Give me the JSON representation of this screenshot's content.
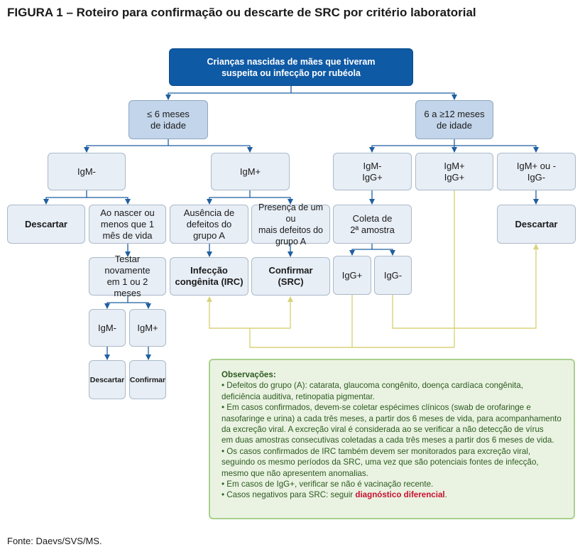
{
  "figure": {
    "label": "FIGURA 1",
    "title": " – Roteiro para confirmação ou descarte de SRC por critério laboratorial"
  },
  "nodes": {
    "root": "Crianças nascidas de mães que tiveram\nsuspeita ou infecção por rubéola",
    "age_le6": "≤ 6 meses\nde idade",
    "age_6to12": "6 a ≥12 meses\nde idade",
    "igm_neg_left": "IgM-",
    "igm_pos_left": "IgM+",
    "igm_neg_igg_pos": "IgM-\nIgG+",
    "igm_pos_igg_pos": "IgM+\nIgG+",
    "igm_pos_or_igg_neg": "IgM+ ou -\nIgG-",
    "descartar_1": "Descartar",
    "ao_nascer": "Ao nascer ou\nmenos que 1\nmês de vida",
    "ausencia": "Ausência de\ndefeitos do\ngrupo A",
    "presenca": "Presença de um ou\nmais defeitos do\ngrupo A",
    "coleta": "Coleta de\n2ª amostra",
    "descartar_2": "Descartar",
    "testar": "Testar novamente\nem 1 ou 2 meses",
    "infeccao": "Infecção\ncongênita (IRC)",
    "confirmar_src": "Confirmar (SRC)",
    "igg_pos": "IgG+",
    "igg_neg": "IgG-",
    "igm_neg_small": "IgM-",
    "igm_pos_small": "IgM+",
    "descartar_small": "Descartar",
    "confirmar_small": "Confirmar"
  },
  "observations": {
    "title": "Observações:",
    "items": [
      "• Defeitos do grupo (A): catarata, glaucoma congênito, doença cardíaca congênita,\ndeficiência auditiva, retinopatia pigmentar.",
      "• Em casos confirmados, devem-se coletar espécimes clínicos (swab de orofaringe e\nnasofaringe e urina) a cada três meses, a partir dos 6 meses de vida, para acompanhamento\nda excreção viral. A excreção viral é considerada ao se verificar a não detecção de vírus\nem duas amostras consecutivas coletadas a cada três meses a partir dos 6 meses de vida.",
      "• Os casos confirmados de IRC também devem ser monitorados para excreção viral,\nseguindo os mesmo períodos da SRC, uma vez que são potenciais fontes de infecção,\nmesmo que não apresentem anomalias.",
      "• Em casos de IgG+, verificar se não é vacinação recente."
    ],
    "last_prefix": "• Casos negativos para SRC: seguir ",
    "last_link": "diagnóstico diferencial",
    "last_suffix": "."
  },
  "source": "Fonte: Daevs/SVS/MS.",
  "colors": {
    "root_fill": "#0f5aa5",
    "age_fill": "#c3d5ea",
    "box_fill": "#e8eef6",
    "arrow": "#1f5fa0",
    "yellow_line": "#d8d37a",
    "obs_fill": "#eaf3e2",
    "obs_border": "#a9d18e",
    "highlight": "#c8102e"
  }
}
